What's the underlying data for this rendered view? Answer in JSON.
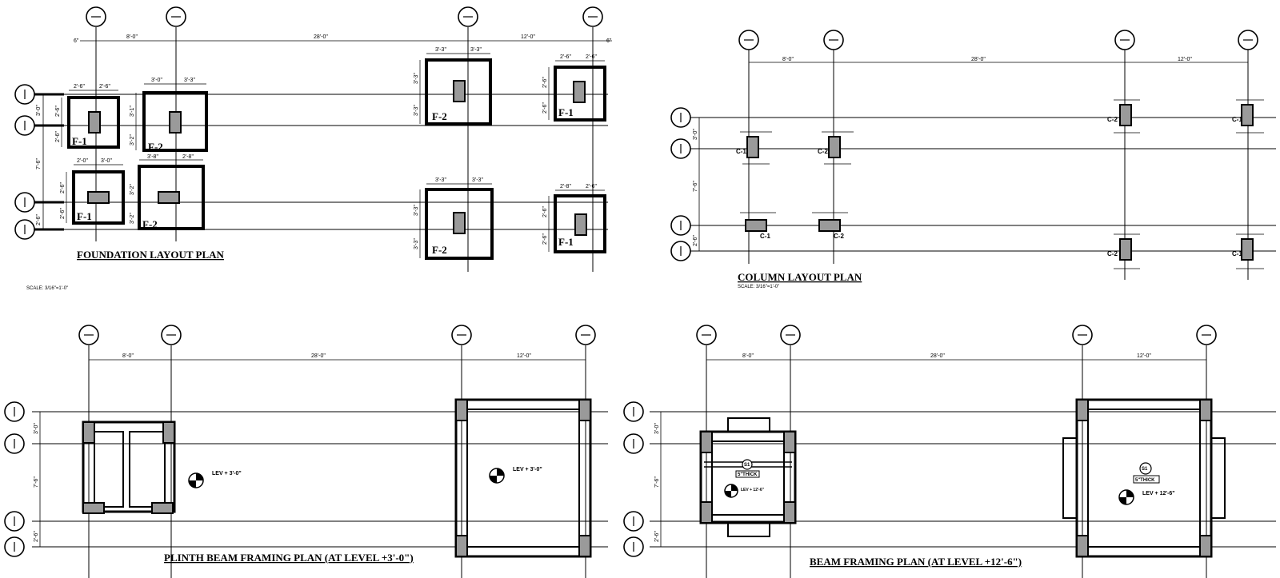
{
  "foundation_plan": {
    "title": "FOUNDATION LAYOUT PLAN",
    "scale": "SCALE: 3/16\"=1'-0\"",
    "top_dims": [
      "8'-0\"",
      "28'-0\"",
      "12'-0\""
    ],
    "edge_dims": [
      "6\"",
      "6\""
    ],
    "left_dims": [
      "3'-0\"",
      "7'-6\"",
      "2'-6\""
    ],
    "footings": [
      {
        "tag": "F-1",
        "w1": "2'-6\"",
        "w2": "2'-6\"",
        "h1": "2'-6\"",
        "h2": "2'-6\""
      },
      {
        "tag": "F-2",
        "w1": "3'-0\"",
        "w2": "3'-3\"",
        "h1": "3'-1\"",
        "h2": "3'-2\""
      },
      {
        "tag": "F-2",
        "w1": "3'-3\"",
        "w2": "3'-3\"",
        "h1": "3'-3\"",
        "h2": "3'-3\""
      },
      {
        "tag": "F-1",
        "w1": "2'-6\"",
        "w2": "2'-6\"",
        "h1": "2'-6\"",
        "h2": "2'-6\""
      },
      {
        "tag": "F-1",
        "w1": "2'-0\"",
        "w2": "3'-0\"",
        "h1": "2'-6\"",
        "h2": "2'-6\""
      },
      {
        "tag": "F-2",
        "w1": "3'-8\"",
        "w2": "2'-8\"",
        "h1": "3'-2\"",
        "h2": "3'-2\""
      },
      {
        "tag": "F-2",
        "w1": "3'-3\"",
        "w2": "3'-3\"",
        "h1": "3'-3\"",
        "h2": "3'-3\""
      },
      {
        "tag": "F-1",
        "w1": "2'-8\"",
        "w2": "2'-6\"",
        "h1": "2'-6\"",
        "h2": "2'-6\""
      }
    ]
  },
  "column_plan": {
    "title": "COLUMN LAYOUT PLAN",
    "scale": "SCALE: 3/16\"=1'-0\"",
    "top_dims": [
      "8'-0\"",
      "28'-0\"",
      "12'-0\""
    ],
    "left_dims": [
      "3'-0\"",
      "7'-6\"",
      "2'-6\""
    ],
    "column_tags": [
      "C-1",
      "C-2",
      "C-2",
      "C-1",
      "C-1",
      "C-2",
      "C-2",
      "C-1"
    ]
  },
  "plinth_plan": {
    "title": "PLINTH BEAM FRAMING PLAN (AT LEVEL +3'-0\")",
    "top_dims": [
      "8'-0\"",
      "28'-0\"",
      "12'-0\""
    ],
    "left_dims": [
      "3'-0\"",
      "7'-6\"",
      "2'-6\""
    ],
    "levels": [
      "LEV + 3'-0\"",
      "LEV + 3'-0\""
    ]
  },
  "beam_plan": {
    "title": "BEAM FRAMING PLAN (AT LEVEL +12'-6\")",
    "top_dims": [
      "8'-0\"",
      "28'-0\"",
      "12'-0\""
    ],
    "left_dims": [
      "3'-0\"",
      "7'-6\"",
      "2'-6\""
    ],
    "levels": [
      "LEV + 12'-6\"",
      "LEV + 12'-6\""
    ],
    "slab_tags": [
      "S1",
      "S1"
    ],
    "thickness": [
      "5\"THICK",
      "5\"THICK"
    ]
  }
}
